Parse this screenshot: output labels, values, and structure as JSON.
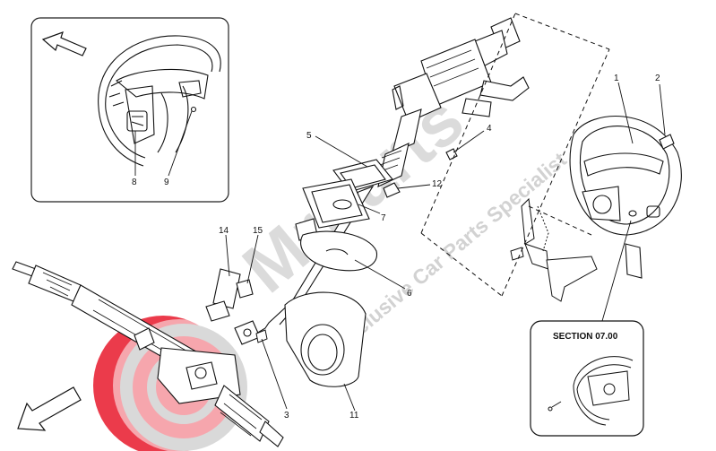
{
  "watermark": {
    "brand": "MrParts",
    "tagline": "Exclusive Car Parts Specialist",
    "accent_color": "#e8192c",
    "brand_color": "#c8c8c8"
  },
  "inset": {
    "section_label": "SECTION 07.00"
  },
  "callouts": {
    "c1": "1",
    "c2": "2",
    "c3": "3",
    "c4": "4",
    "c5": "5",
    "c6": "6",
    "c7": "7",
    "c8": "8",
    "c9": "9",
    "c11": "11",
    "c12": "12",
    "c14": "14",
    "c15": "15"
  },
  "icons": [
    "direction-arrow-icon",
    "front-arrow-icon"
  ]
}
